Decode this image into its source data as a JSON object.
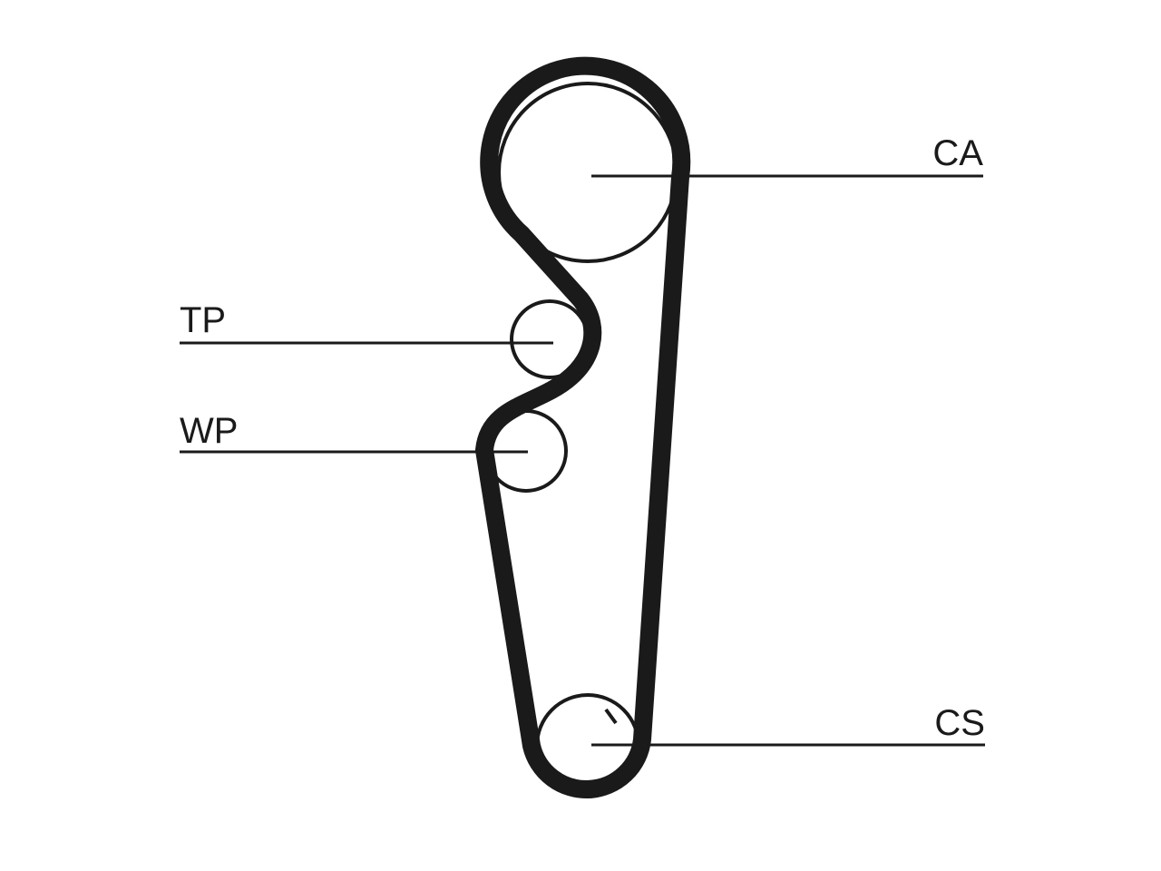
{
  "diagram": {
    "labels": {
      "camshaft": "CA",
      "tensioner": "TP",
      "water_pump": "WP",
      "crankshaft": "CS"
    },
    "ink_color": "#1a1a1a",
    "background_color": "#ffffff"
  }
}
